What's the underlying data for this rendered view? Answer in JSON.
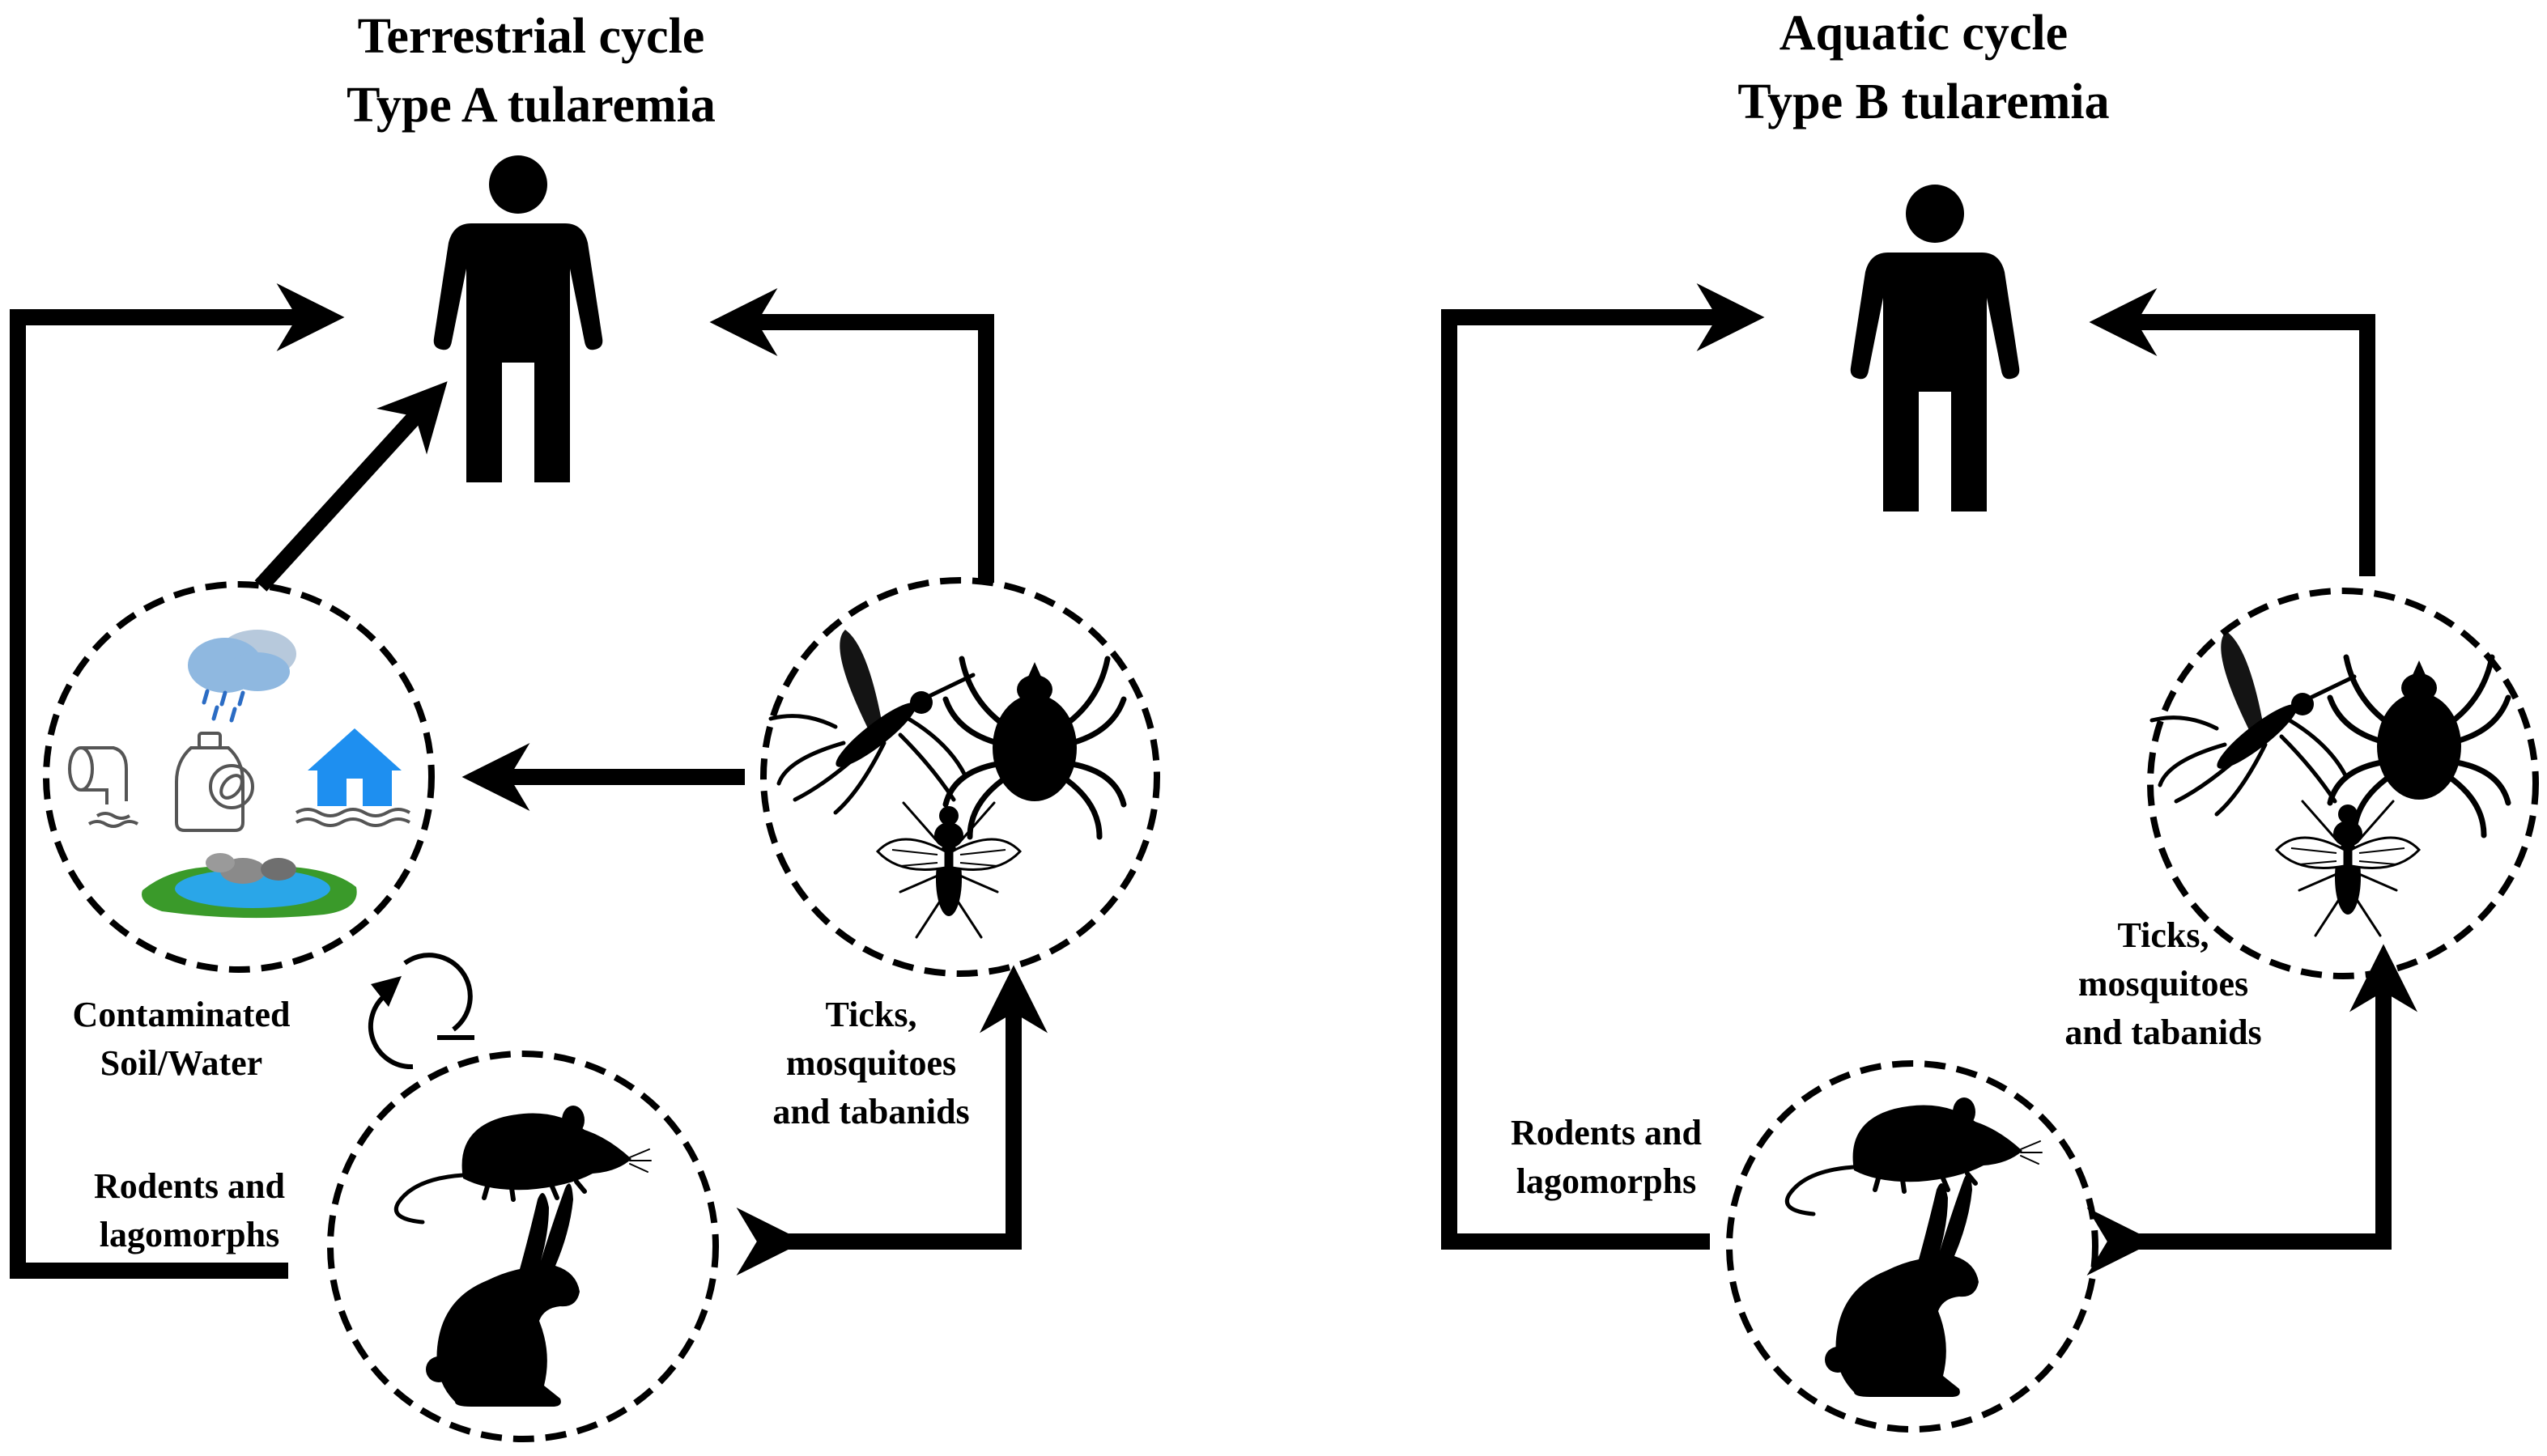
{
  "terrestrial": {
    "title_line1": "Terrestrial cycle",
    "title_line2": "Type A tularemia",
    "contaminated_line1": "Contaminated",
    "contaminated_line2": "Soil/Water",
    "rodents_line1": "Rodents and",
    "rodents_line2": "lagomorphs",
    "vectors_line1": "Ticks,",
    "vectors_line2": "mosquitoes",
    "vectors_line3": "and tabanids"
  },
  "aquatic": {
    "title_line1": "Aquatic cycle",
    "title_line2": "Type B tularemia",
    "rodents_line1": "Rodents and",
    "rodents_line2": "lagomorphs",
    "vectors_line1": "Ticks,",
    "vectors_line2": "mosquitoes",
    "vectors_line3": "and tabanids"
  },
  "icons": [
    "human-icon",
    "mosquito-icon",
    "tick-icon",
    "fly-icon",
    "mouse-icon",
    "rabbit-icon",
    "rain-cloud-icon",
    "sewage-pipe-icon",
    "contaminated-bottle-icon",
    "flooded-house-icon",
    "pond-icon"
  ],
  "colors": {
    "line": "#000000",
    "water": "#1e90ff",
    "grass": "#3a9a2a",
    "cloud": "#8fb8e0"
  }
}
